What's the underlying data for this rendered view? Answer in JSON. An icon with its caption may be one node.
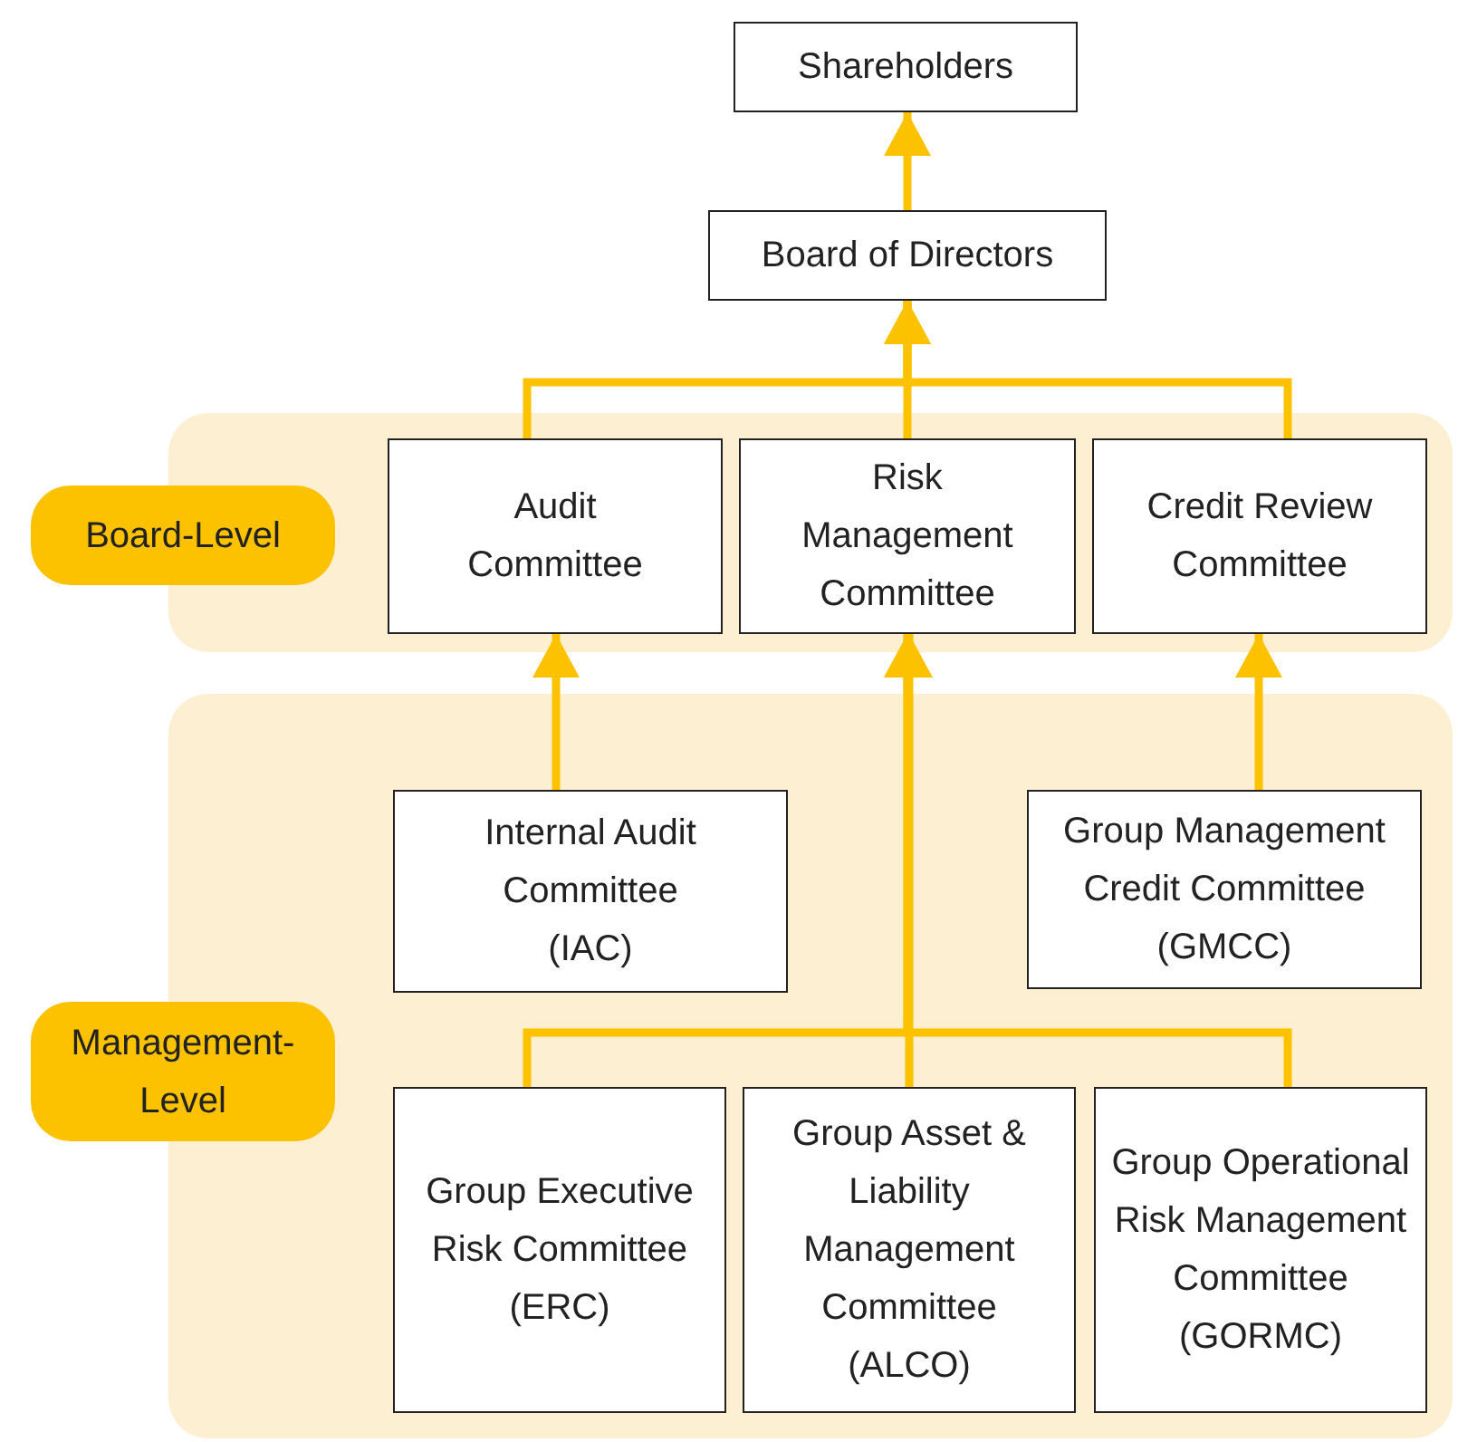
{
  "diagram": {
    "nodes": [
      {
        "text": [
          "Shareholders"
        ]
      },
      {
        "text": [
          "Board of Directors"
        ]
      },
      {
        "text": [],
        "shape": "box"
      },
      {
        "text": [
          "Board-Level"
        ]
      },
      {
        "text": [
          "Audit Committee"
        ],
        "in": 2
      },
      {
        "text": [
          "Risk Management Committee"
        ],
        "in": 2
      },
      {
        "text": [
          "Credit Review Committee"
        ],
        "in": 2
      },
      {
        "text": [],
        "shape": "box"
      },
      {
        "text": [
          "Management-Level"
        ]
      },
      {
        "text": [
          "Internal Audit Committee (IAC)"
        ],
        "in": 7
      },
      {
        "text": [
          "Group Management Credit Committee (GMCC)"
        ],
        "in": 7
      },
      {
        "text": [
          "Group Executive Risk Committee (ERC)"
        ],
        "in": 7
      },
      {
        "text": [
          "Group Asset & Liability Management Committee (ALCO)"
        ],
        "in": 7
      },
      {
        "text": [
          "Group Operational Risk Management Committee (GORMC)"
        ],
        "in": 7
      }
    ],
    "edges": [
      {
        "from": 1,
        "to": 0,
        "arrow": "to"
      },
      {
        "from": 4,
        "to": 1,
        "arrow": "to"
      },
      {
        "from": 5,
        "to": 1,
        "arrow": "to"
      },
      {
        "from": 6,
        "to": 1,
        "arrow": "to"
      },
      {
        "from": 9,
        "to": 4,
        "arrow": "to"
      },
      {
        "from": 10,
        "to": 6,
        "arrow": "to"
      },
      {
        "from": 11,
        "to": 5,
        "arrow": "to"
      },
      {
        "from": 12,
        "to": 5,
        "arrow": "to"
      },
      {
        "from": 13,
        "to": 5,
        "arrow": "to"
      }
    ]
  }
}
